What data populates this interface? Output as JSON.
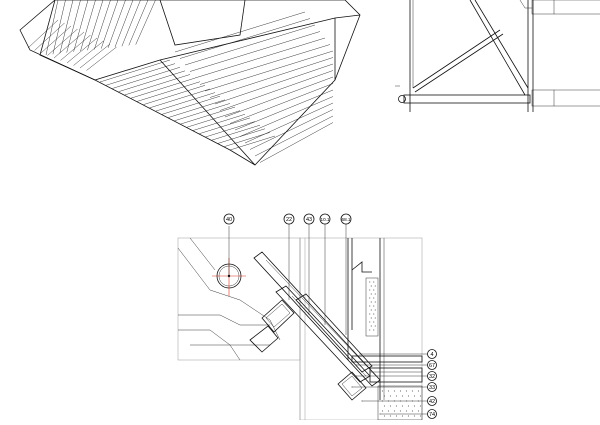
{
  "drawing": {
    "accent_color": "#d32f2f",
    "line_color": "#111111",
    "callouts_top": [
      {
        "label": "40"
      },
      {
        "label": "22"
      },
      {
        "label": "43"
      },
      {
        "label": "10.1"
      },
      {
        "label": "68.1"
      }
    ],
    "callouts_right": [
      {
        "label": "4"
      },
      {
        "label": "67"
      },
      {
        "label": "32"
      },
      {
        "label": "33"
      },
      {
        "label": "42"
      },
      {
        "label": "74"
      }
    ]
  }
}
